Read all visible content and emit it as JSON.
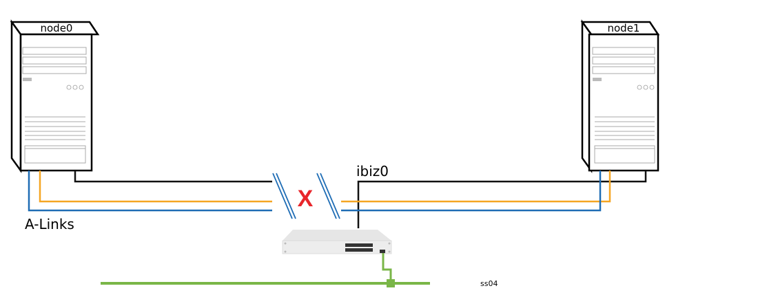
{
  "nodes": [
    {
      "name": "node0"
    },
    {
      "name": "node1"
    }
  ],
  "labels": {
    "a_links": "A-Links",
    "interface": "ibiz0",
    "failure_mark": "X",
    "switch_name": "ss04"
  },
  "colors": {
    "link_black": "#111111",
    "link_orange": "#f5a623",
    "link_blue": "#1f6db5",
    "network_green": "#7ab648",
    "failure_red": "#e8262b"
  }
}
